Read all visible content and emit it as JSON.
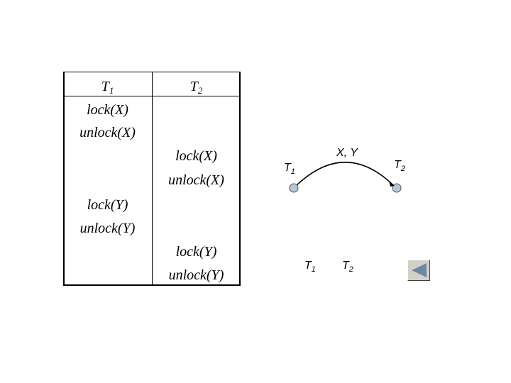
{
  "schedule": {
    "headers": [
      {
        "name": "T",
        "sub": "1"
      },
      {
        "name": "T",
        "sub": "2"
      }
    ],
    "t1_ops": [
      "lock(X)",
      "unlock(X)",
      "lock(Y)",
      "unlock(Y)"
    ],
    "t2_ops": [
      "lock(X)",
      "unlock(X)",
      "lock(Y)",
      "unlock(Y)"
    ]
  },
  "precedence_graph": {
    "node_left": {
      "name": "T",
      "sub": "1"
    },
    "node_right": {
      "name": "T",
      "sub": "2"
    },
    "edge_label": "X, Y",
    "node_color": "#b7c7d9",
    "edge_color": "#000000"
  },
  "serial_order": [
    {
      "name": "T",
      "sub": "1"
    },
    {
      "name": "T",
      "sub": "2"
    }
  ],
  "controls": {
    "back_icon": "triangle-left-icon",
    "button_color": "#6e86a6"
  }
}
